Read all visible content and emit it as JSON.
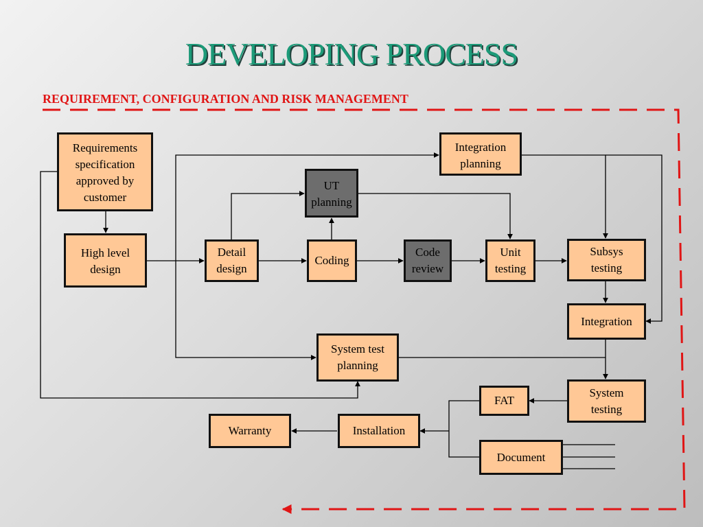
{
  "title": "DEVELOPING PROCESS",
  "subtitle": "REQUIREMENT, CONFIGURATION AND RISK MANAGEMENT",
  "colors": {
    "title": "#1c9a78",
    "subtitle": "#e01515",
    "box_fill": "#ffc896",
    "box_dark_fill": "#6d6d6d",
    "dashed_border": "#e01515"
  },
  "boxes": {
    "requirements": "Requirements\nspecification\napproved by\ncustomer",
    "high_level_design": "High level\ndesign",
    "integration_planning": "Integration\nplanning",
    "ut_planning": "UT\nplanning",
    "detail_design": "Detail\ndesign",
    "coding": "Coding",
    "code_review": "Code\nreview",
    "unit_testing": "Unit\ntesting",
    "subsys_testing": "Subsys\ntesting",
    "integration": "Integration",
    "system_test_planning": "System test\nplanning",
    "system_testing": "System\ntesting",
    "fat": "FAT",
    "installation": "Installation",
    "warranty": "Warranty",
    "document": "Document"
  }
}
